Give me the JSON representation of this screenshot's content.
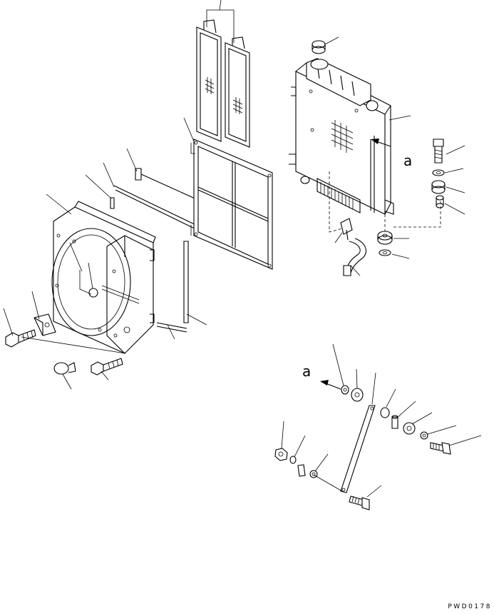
{
  "diagram": {
    "ref_letter_upper": "a",
    "ref_letter_lower": "a",
    "drawing_code": "PWD0178"
  },
  "colors": {
    "line": "#000000",
    "background": "#ffffff"
  }
}
